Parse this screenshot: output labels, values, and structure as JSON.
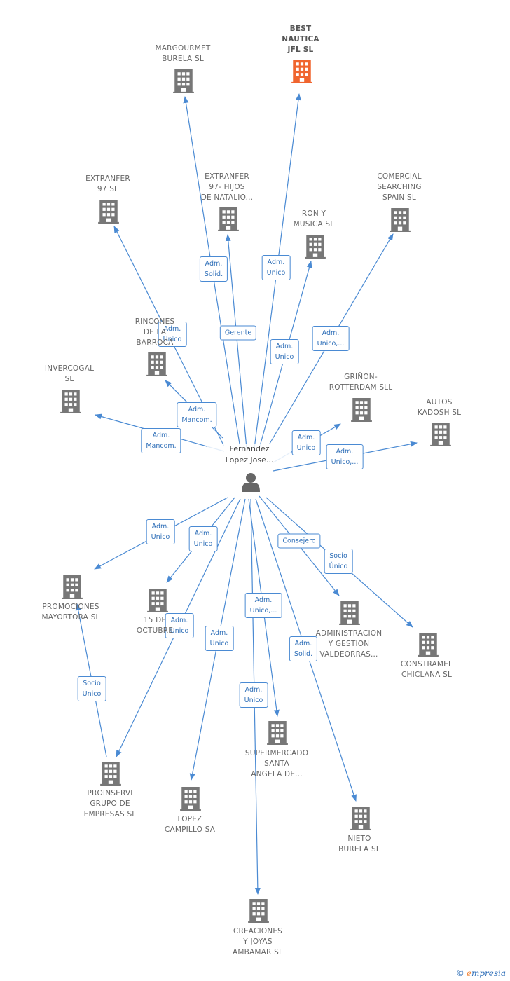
{
  "colors": {
    "edge": "#4a8ad3",
    "building": "#777777",
    "building_main": "#f0652f",
    "person": "#666666"
  },
  "person": {
    "name": "Fernandez\nLopez Jose..."
  },
  "companies": [
    {
      "id": "best",
      "name": "BEST\nNAUTICA\nJFL  SL",
      "main": true
    },
    {
      "id": "margourmet",
      "name": "MARGOURMET\nBURELA  SL"
    },
    {
      "id": "extranfer97",
      "name": "EXTRANFER\n97 SL"
    },
    {
      "id": "extranfer97h",
      "name": "EXTRANFER\n97- HIJOS\nDE NATALIO..."
    },
    {
      "id": "comercial",
      "name": "COMERCIAL\nSEARCHING\nSPAIN SL"
    },
    {
      "id": "ron",
      "name": "RON Y\nMUSICA  SL"
    },
    {
      "id": "rincones",
      "name": "RINCONES\nDE LA\nBARROCA"
    },
    {
      "id": "invercogal",
      "name": "INVERCOGAL\nSL"
    },
    {
      "id": "grinon",
      "name": "GRIÑON-\nROTTERDAM SLL"
    },
    {
      "id": "autos",
      "name": "AUTOS\nKADOSH  SL"
    },
    {
      "id": "promociones",
      "name": "PROMOCIONES\nMAYORTORA SL"
    },
    {
      "id": "quince",
      "name": "15 DE\nOCTUBRE"
    },
    {
      "id": "administracion",
      "name": "ADMINISTRACION\nY GESTION\nVALDEORRAS..."
    },
    {
      "id": "constramel",
      "name": "CONSTRAMEL\nCHICLANA SL"
    },
    {
      "id": "proinservi",
      "name": "PROINSERVI\nGRUPO DE\nEMPRESAS  SL"
    },
    {
      "id": "lopez",
      "name": "LOPEZ\nCAMPILLO SA"
    },
    {
      "id": "supermercado",
      "name": "SUPERMERCADO\nSANTA\nANGELA DE..."
    },
    {
      "id": "nieto",
      "name": "NIETO\nBURELA  SL"
    },
    {
      "id": "creaciones",
      "name": "CREACIONES\nY JOYAS\nAMBAMAR SL"
    }
  ],
  "edges": [
    {
      "from": "person",
      "to": "margourmet",
      "label": "Adm.\nSolid."
    },
    {
      "from": "person",
      "to": "best",
      "label": "Adm.\nUnico"
    },
    {
      "from": "person",
      "to": "extranfer97",
      "label": "Adm.\nUnico"
    },
    {
      "from": "person",
      "to": "extranfer97h",
      "label": "Gerente"
    },
    {
      "from": "person",
      "to": "ron",
      "label": "Adm.\nUnico"
    },
    {
      "from": "person",
      "to": "comercial",
      "label": "Adm.\nUnico,..."
    },
    {
      "from": "person",
      "to": "rincones",
      "label": "Adm.\nMancom."
    },
    {
      "from": "person",
      "to": "invercogal",
      "label": "Adm.\nMancom."
    },
    {
      "from": "person",
      "to": "grinon",
      "label": "Adm.\nUnico"
    },
    {
      "from": "person",
      "to": "autos",
      "label": "Adm.\nUnico,..."
    },
    {
      "from": "person",
      "to": "promociones",
      "label": "Adm.\nUnico"
    },
    {
      "from": "person",
      "to": "quince",
      "label": "Adm.\nUnico"
    },
    {
      "from": "person",
      "to": "administracion",
      "label": "Consejero"
    },
    {
      "from": "person",
      "to": "constramel",
      "label": "Socio\nÚnico"
    },
    {
      "from": "person",
      "to": "proinservi",
      "label": "Adm.\nUnico"
    },
    {
      "from": "person",
      "to": "lopez",
      "label": "Adm.\nUnico"
    },
    {
      "from": "person",
      "to": "supermercado",
      "label": "Adm.\nUnico,..."
    },
    {
      "from": "person",
      "to": "nieto",
      "label": "Adm.\nSolid."
    },
    {
      "from": "person",
      "to": "creaciones",
      "label": "Adm.\nUnico"
    },
    {
      "from": "proinservi",
      "to": "promociones",
      "label": "Socio\nÚnico"
    }
  ],
  "footer": {
    "copyright": "©",
    "brand_first": "e",
    "brand_rest": "mpresia"
  }
}
